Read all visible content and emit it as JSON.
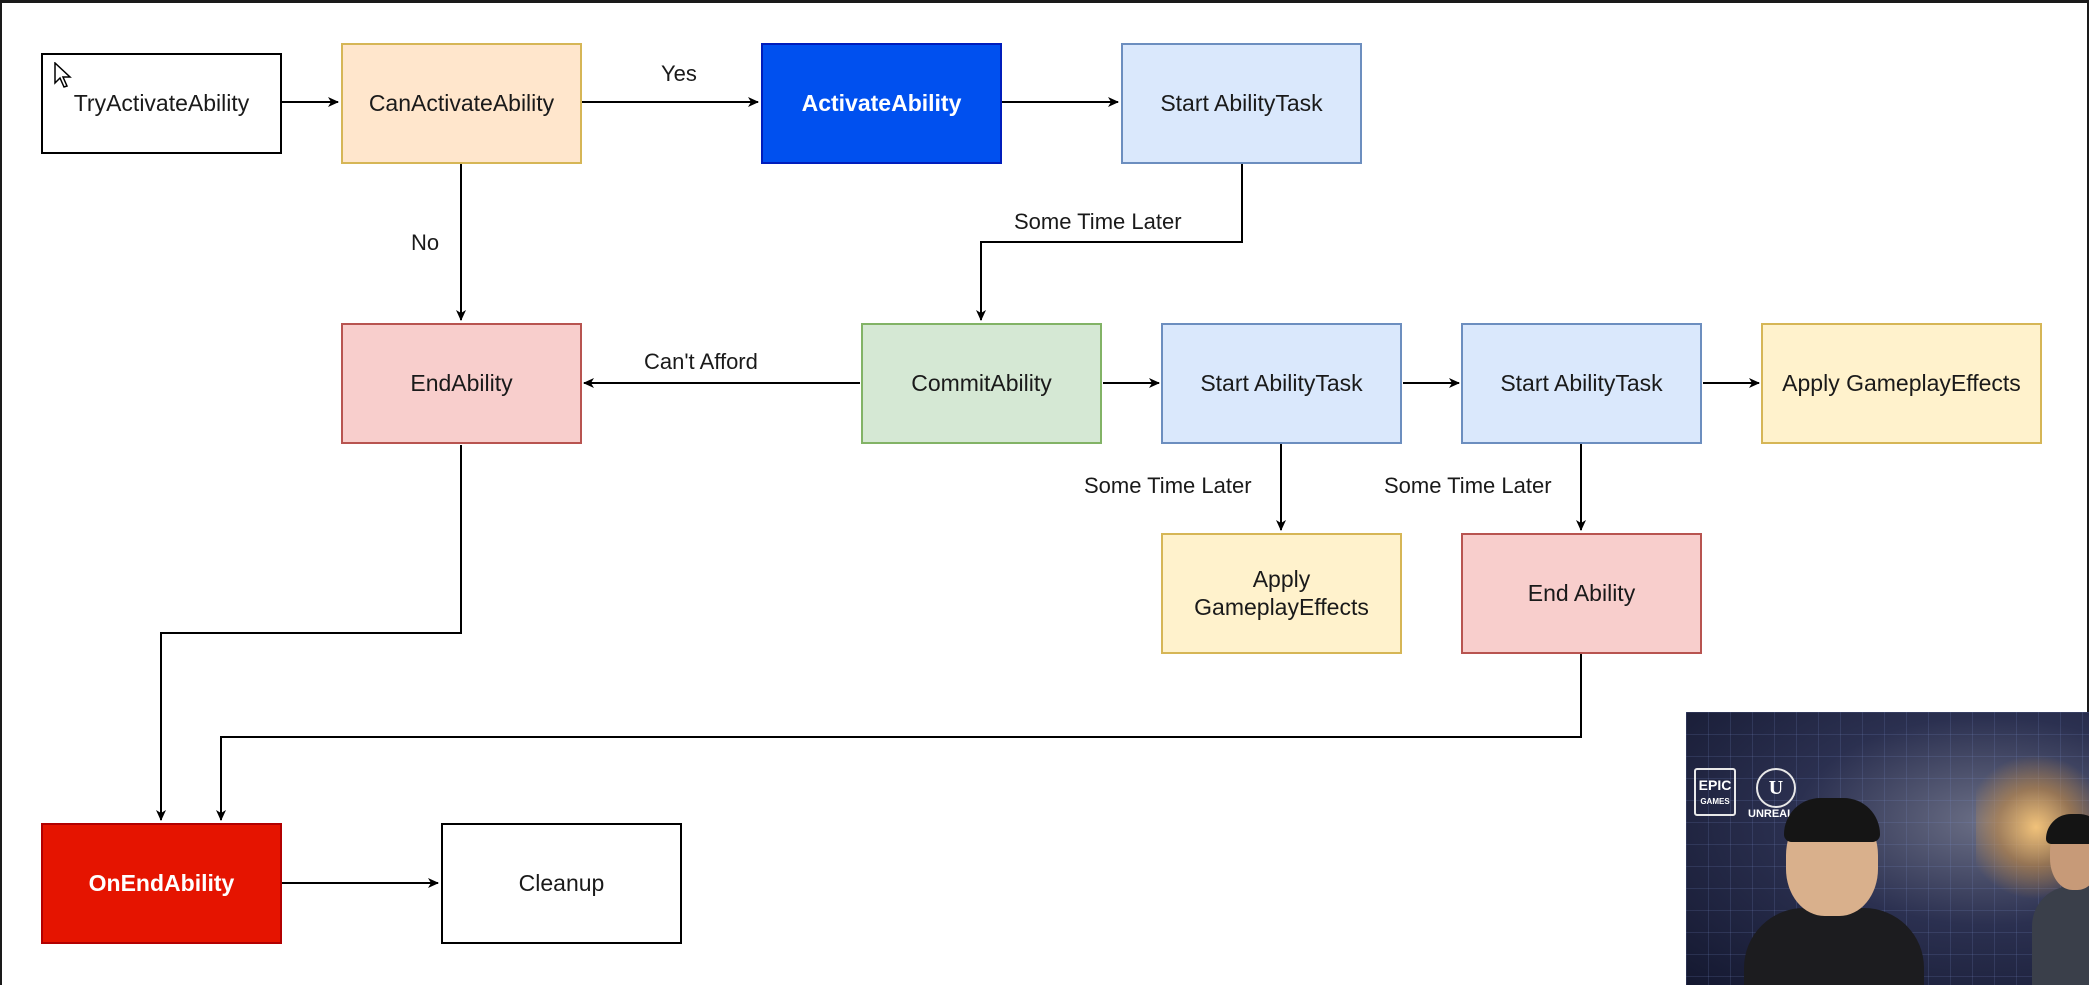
{
  "nodes": {
    "try_activate": {
      "label": "TryActivateAbility",
      "fill": "#ffffff",
      "stroke": "#000000"
    },
    "can_activate": {
      "label": "CanActivateAbility",
      "fill": "#ffe6cc",
      "stroke": "#d6b656"
    },
    "activate": {
      "label": "ActivateAbility",
      "fill": "#0050ef",
      "stroke": "#001dbc",
      "text_color": "#ffffff"
    },
    "start_task_1": {
      "label": "Start AbilityTask",
      "fill": "#dae8fc",
      "stroke": "#6c8ebf"
    },
    "end_ability_1": {
      "label": "EndAbility",
      "fill": "#f8cecc",
      "stroke": "#b85450"
    },
    "commit": {
      "label": "CommitAbility",
      "fill": "#d5e8d4",
      "stroke": "#82b366"
    },
    "start_task_2": {
      "label": "Start AbilityTask",
      "fill": "#dae8fc",
      "stroke": "#6c8ebf"
    },
    "start_task_3": {
      "label": "Start AbilityTask",
      "fill": "#dae8fc",
      "stroke": "#6c8ebf"
    },
    "apply_effects_1": {
      "label": "Apply GameplayEffects",
      "fill": "#fff2cc",
      "stroke": "#d6b656"
    },
    "apply_effects_2": {
      "label": "Apply GameplayEffects",
      "fill": "#fff2cc",
      "stroke": "#d6b656"
    },
    "end_ability_2": {
      "label": "End Ability",
      "fill": "#f8cecc",
      "stroke": "#b85450"
    },
    "on_end": {
      "label": "OnEndAbility",
      "fill": "#e51400",
      "stroke": "#b20000",
      "text_color": "#ffffff"
    },
    "cleanup": {
      "label": "Cleanup",
      "fill": "#ffffff",
      "stroke": "#000000"
    }
  },
  "edge_labels": {
    "yes": "Yes",
    "no": "No",
    "some_time_later_1": "Some Time Later",
    "cant_afford": "Can't Afford",
    "some_time_later_2": "Some Time Later",
    "some_time_later_3": "Some Time Later"
  },
  "webcam": {
    "logo_epic": "EPIC GAMES",
    "logo_unreal": "UNREAL ENGINE"
  },
  "colors": {
    "edge": "#000000",
    "background": "#ffffff"
  }
}
